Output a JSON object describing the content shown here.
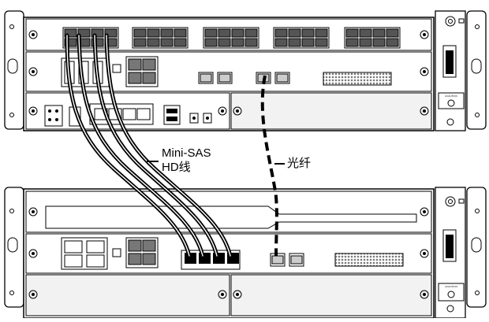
{
  "labels": {
    "cable_sas_line1": "Mini-SAS",
    "cable_sas_line2": "HD线",
    "cable_fiber": "光纤",
    "warning_tag": "ACAUTION"
  },
  "colors": {
    "line": "#000000",
    "background": "#ffffff",
    "chassis_fill": "#ffffff",
    "blank_fill": "#f2f2f2"
  }
}
